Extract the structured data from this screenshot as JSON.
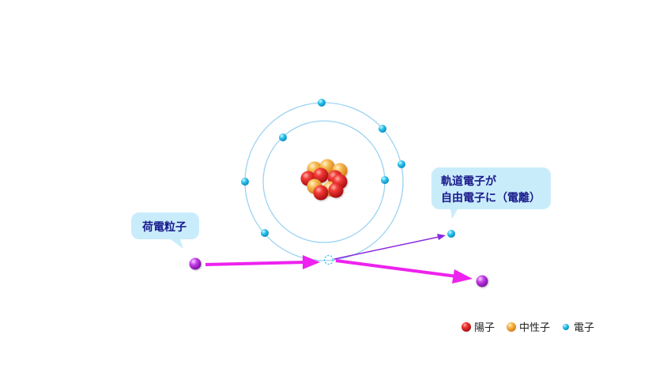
{
  "colors": {
    "orbit": "#9bd3f0",
    "electron": "#22c0e8",
    "proton": "#e8202a",
    "neutron": "#f5a733",
    "charged_particle": "#c033e0",
    "big_arrow": "#ee22ee",
    "small_arrow": "#8a2be2",
    "callout_bg": "#c9ecfb",
    "callout_text": "#1a1a8c"
  },
  "callouts": {
    "charged_particle": "荷電粒子",
    "ionization_line1": "軌道電子が",
    "ionization_line2": "自由電子に（電離）"
  },
  "legend": {
    "proton": "陽子",
    "neutron": "中性子",
    "electron": "電子"
  },
  "icons": {
    "proton": "red-sphere-icon",
    "neutron": "orange-sphere-icon",
    "electron": "cyan-sphere-icon",
    "vacancy": "dashed-circle-icon"
  }
}
